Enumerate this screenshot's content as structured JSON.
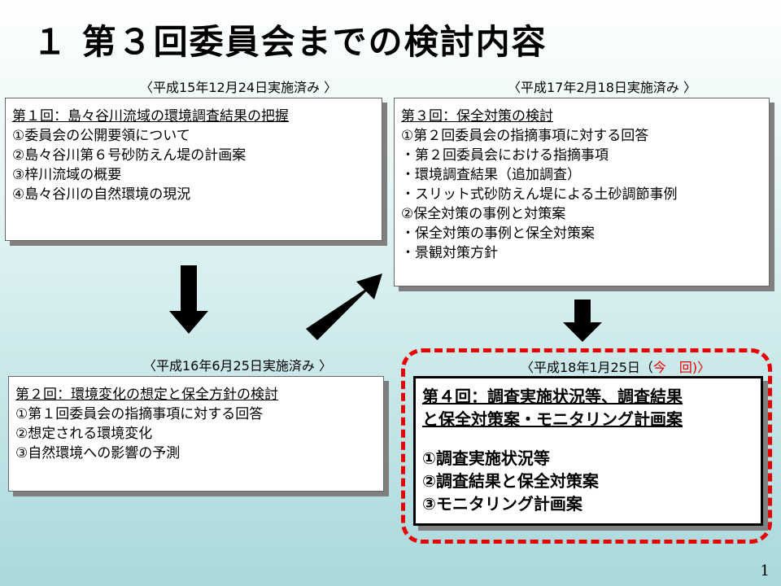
{
  "title": "１ 第３回委員会までの検討内容",
  "meetings": [
    {
      "date": "〈平成15年12月24日実施済み 〉",
      "heading": "第１回：島々谷川流域の環境調査結果の把握",
      "items": [
        "①委員会の公開要領について",
        "②島々谷川第６号砂防えん堤の計画案",
        "③梓川流域の概要",
        "④島々谷川の自然環境の現況"
      ]
    },
    {
      "date": "〈平成16年6月25日実施済み 〉",
      "heading": "第２回：環境変化の想定と保全方針の検討",
      "items": [
        "①第１回委員会の指摘事項に対する回答",
        "②想定される環境変化",
        "③自然環境への影響の予測"
      ]
    },
    {
      "date": "〈平成17年2月18日実施済み 〉",
      "heading": "第３回：保全対策の検討",
      "items": [
        "①第２回委員会の指摘事項に対する回答",
        "・第２回委員会における指摘事項",
        "・環境調査結果（追加調査）",
        "・スリット式砂防えん堤による土砂調節事例",
        "②保全対策の事例と対策案",
        "・保全対策の事例と保全対策案",
        "・景観対策方針"
      ]
    },
    {
      "date_prefix": "〈平成18年1月25日（",
      "date_highlight": "今　回",
      "date_suffix": ")〉",
      "heading_line1": "第４回：調査実施状況等、調査結果",
      "heading_line2": "と保全対策案・モニタリング計画案",
      "items": [
        "①調査実施状況等",
        "②調査結果と保全対策案",
        "③モニタリング計画案"
      ]
    }
  ],
  "page_number": "1",
  "colors": {
    "highlight": "#e60000",
    "arrow": "#000000"
  }
}
